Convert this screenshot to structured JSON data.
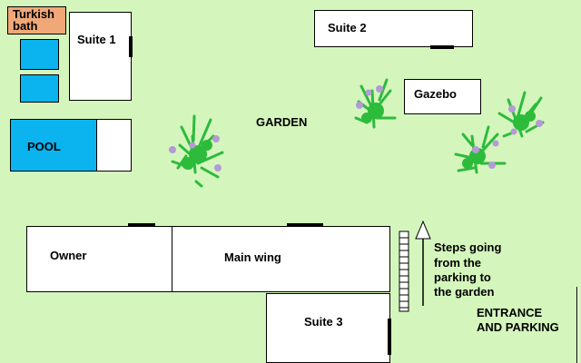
{
  "labels": {
    "turkish_bath_line1": "Turkish",
    "turkish_bath_line2": "bath",
    "suite1": "Suite 1",
    "suite2": "Suite 2",
    "suite3": "Suite 3",
    "pool": "POOL",
    "garden": "GARDEN",
    "gazebo": "Gazebo",
    "owner": "Owner",
    "main_wing": "Main wing",
    "steps_line1": "Steps going",
    "steps_line2": "from the",
    "steps_line3": "parking to",
    "steps_line4": "the garden",
    "entrance_line1": "ENTRANCE",
    "entrance_line2": "AND PARKING"
  },
  "colors": {
    "grass": "#d4f6bc",
    "pool": "#0bb4ee",
    "turkish_bath": "#f0a878",
    "shrub": "#2dbb3c",
    "flower": "#b49ad6"
  }
}
